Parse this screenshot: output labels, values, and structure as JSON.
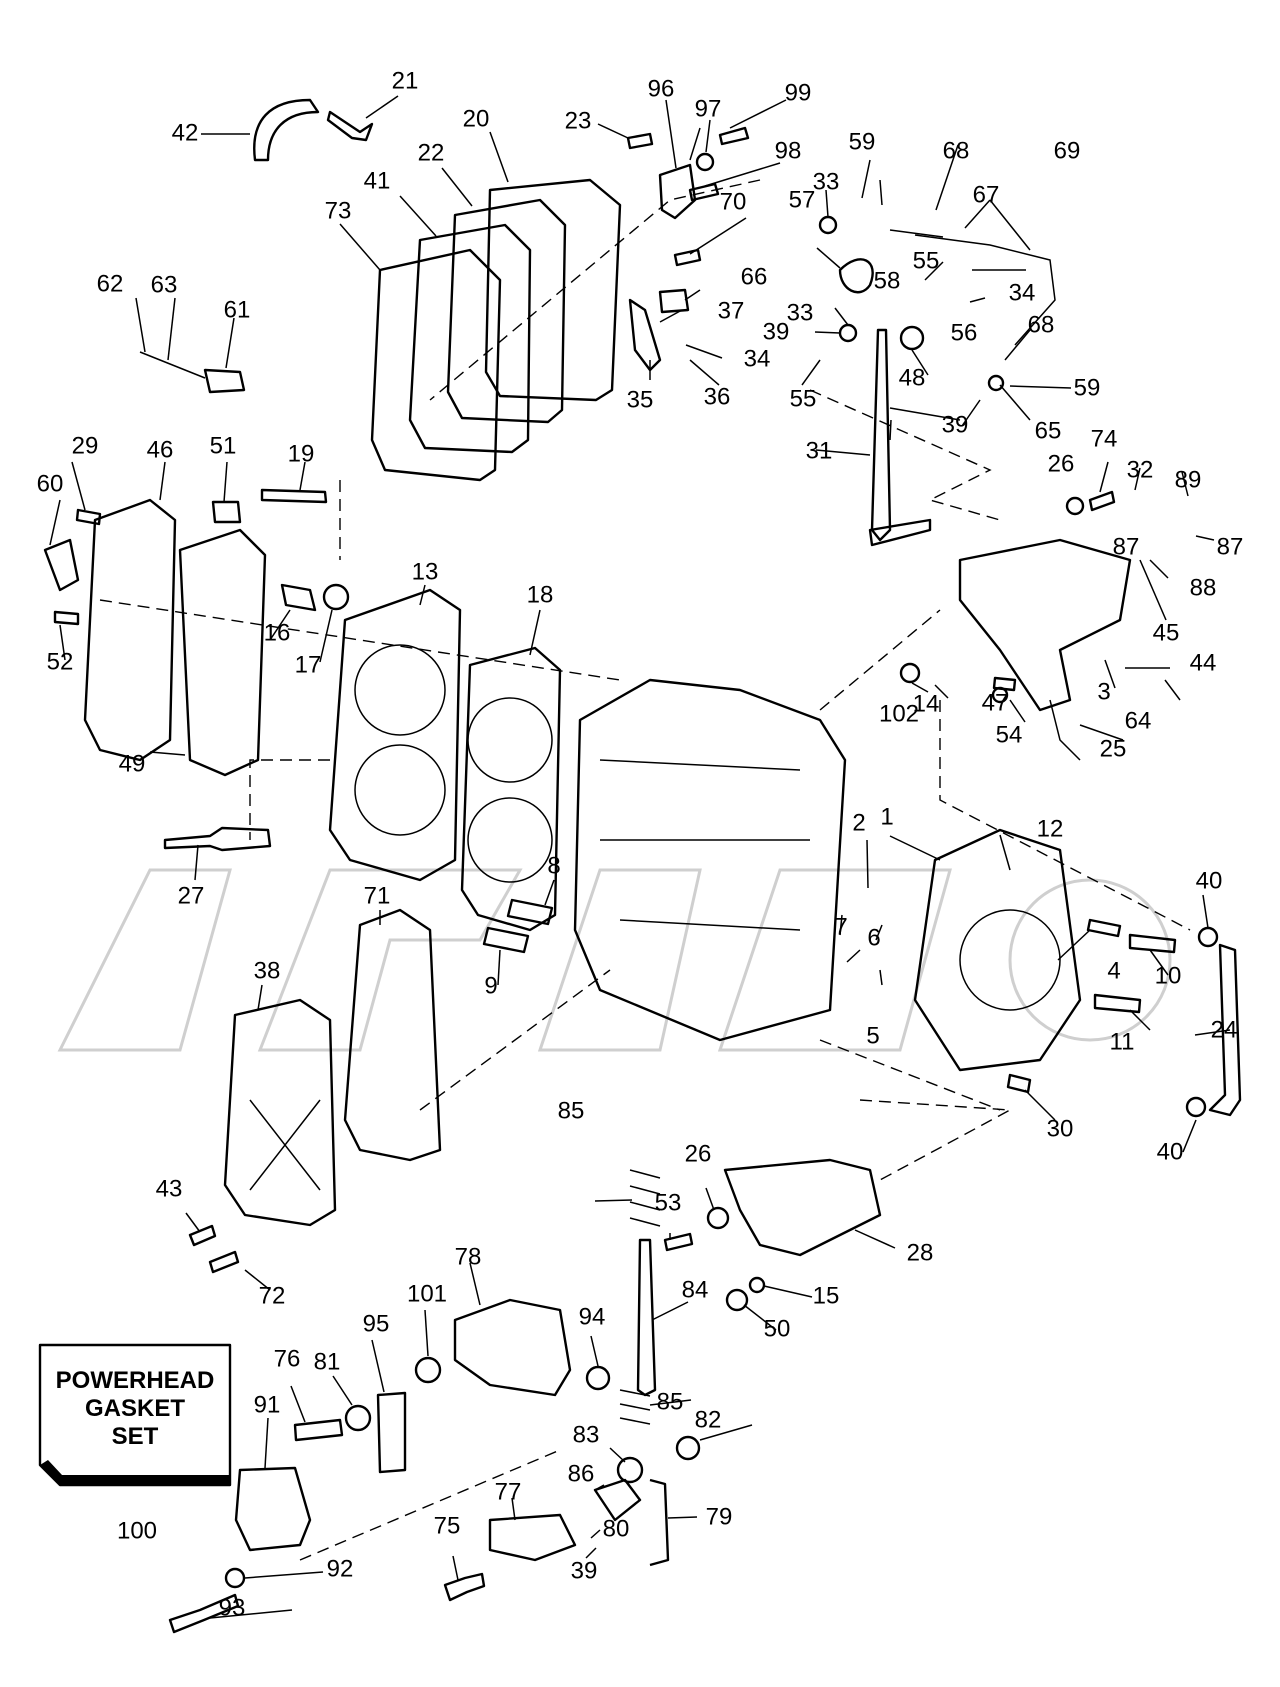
{
  "diagram": {
    "callouts": [
      "1",
      "2",
      "3",
      "4",
      "5",
      "6",
      "7",
      "8",
      "9",
      "10",
      "11",
      "12",
      "13",
      "14",
      "15",
      "16",
      "17",
      "18",
      "19",
      "20",
      "21",
      "22",
      "23",
      "24",
      "25",
      "26",
      "26",
      "27",
      "28",
      "29",
      "30",
      "31",
      "32",
      "33",
      "33",
      "34",
      "34",
      "35",
      "36",
      "37",
      "38",
      "39",
      "39",
      "39",
      "40",
      "40",
      "41",
      "42",
      "43",
      "44",
      "45",
      "46",
      "47",
      "48",
      "49",
      "50",
      "51",
      "52",
      "53",
      "54",
      "55",
      "55",
      "56",
      "57",
      "58",
      "59",
      "59",
      "60",
      "61",
      "62",
      "63",
      "64",
      "65",
      "66",
      "67",
      "68",
      "68",
      "69",
      "70",
      "71",
      "72",
      "73",
      "74",
      "75",
      "76",
      "77",
      "78",
      "79",
      "80",
      "81",
      "82",
      "83",
      "84",
      "85",
      "85",
      "86",
      "87",
      "87",
      "88",
      "89",
      "91",
      "92",
      "93",
      "94",
      "95",
      "96",
      "97",
      "98",
      "99",
      "100",
      "101",
      "102"
    ],
    "gasket_set_label": [
      "POWERHEAD",
      "GASKET",
      "SET"
    ]
  }
}
